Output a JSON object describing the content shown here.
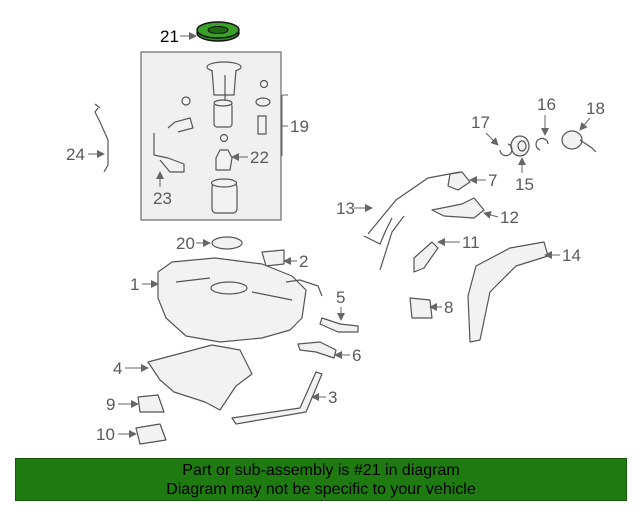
{
  "labels": {
    "p1": "1",
    "p2": "2",
    "p3": "3",
    "p4": "4",
    "p5": "5",
    "p6": "6",
    "p7": "7",
    "p8": "8",
    "p9": "9",
    "p10": "10",
    "p11": "11",
    "p12": "12",
    "p13": "13",
    "p14": "14",
    "p15": "15",
    "p16": "16",
    "p17": "17",
    "p18": "18",
    "p19": "19",
    "p20": "20",
    "p21": "21",
    "p22": "22",
    "p23": "23",
    "p24": "24"
  },
  "colors": {
    "banner": "#1f7a12",
    "highlight_part": "#1f7a12"
  },
  "footer": {
    "line1": "Part or sub-assembly is #21 in diagram",
    "line2": "Diagram may not be specific to your vehicle"
  }
}
